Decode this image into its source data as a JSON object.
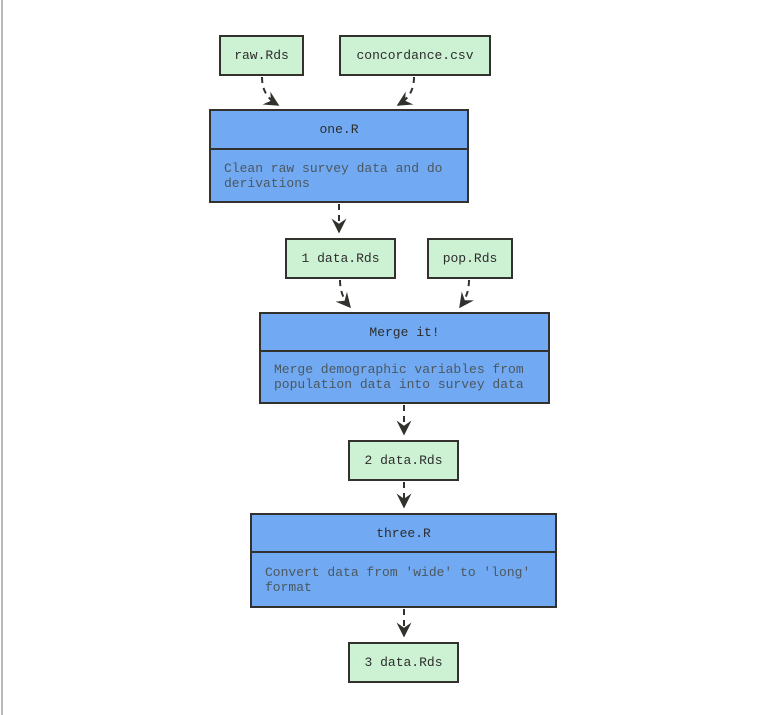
{
  "diagram": {
    "type": "flowchart",
    "nodes": {
      "raw": {
        "label": "raw.Rds",
        "kind": "data"
      },
      "concordance": {
        "label": "concordance.csv",
        "kind": "data"
      },
      "one": {
        "title": "one.R",
        "description": "Clean raw survey data and do derivations",
        "kind": "script"
      },
      "data1": {
        "label": "1 data.Rds",
        "kind": "data"
      },
      "pop": {
        "label": "pop.Rds",
        "kind": "data"
      },
      "merge": {
        "title": "Merge it!",
        "description": "Merge demographic variables from population data into survey data",
        "kind": "script"
      },
      "data2": {
        "label": "2 data.Rds",
        "kind": "data"
      },
      "three": {
        "title": "three.R",
        "description": "Convert data from 'wide' to 'long' format",
        "kind": "script"
      },
      "data3": {
        "label": "3 data.Rds",
        "kind": "data"
      }
    },
    "edges": [
      {
        "from": "raw.Rds",
        "to": "one.R",
        "style": "dashed"
      },
      {
        "from": "concordance.csv",
        "to": "one.R",
        "style": "dashed"
      },
      {
        "from": "one.R",
        "to": "1 data.Rds",
        "style": "dashed"
      },
      {
        "from": "1 data.Rds",
        "to": "Merge it!",
        "style": "dashed"
      },
      {
        "from": "pop.Rds",
        "to": "Merge it!",
        "style": "dashed"
      },
      {
        "from": "Merge it!",
        "to": "2 data.Rds",
        "style": "dashed"
      },
      {
        "from": "2 data.Rds",
        "to": "three.R",
        "style": "dashed"
      },
      {
        "from": "three.R",
        "to": "3 data.Rds",
        "style": "dashed"
      }
    ],
    "colors": {
      "data_node_fill": "#cdf2d3",
      "script_node_fill": "#71aaf2",
      "node_border": "#33312e",
      "edge": "#33312e",
      "title_text": "#2d2d2d",
      "description_text": "#4c575f",
      "pane_edge": "#b9b9b9"
    }
  }
}
